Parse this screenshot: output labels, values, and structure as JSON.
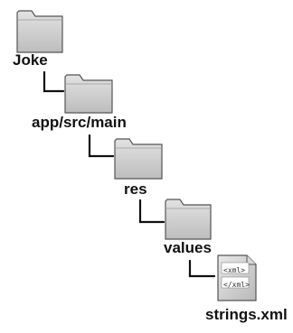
{
  "tree": {
    "nodes": [
      {
        "name": "Joke",
        "kind": "folder"
      },
      {
        "name": "app/src/main",
        "kind": "folder"
      },
      {
        "name": "res",
        "kind": "folder"
      },
      {
        "name": "values",
        "kind": "folder"
      },
      {
        "name": "strings.xml",
        "kind": "file"
      }
    ],
    "file_preview": {
      "line1": "<xml>",
      "line2": "</xml>"
    }
  },
  "colors": {
    "folder_fill": "#cfcfcf",
    "folder_stroke": "#555555",
    "connector": "#111111",
    "label": "#111111"
  },
  "icons": [
    "folder-icon",
    "xml-file-icon"
  ]
}
